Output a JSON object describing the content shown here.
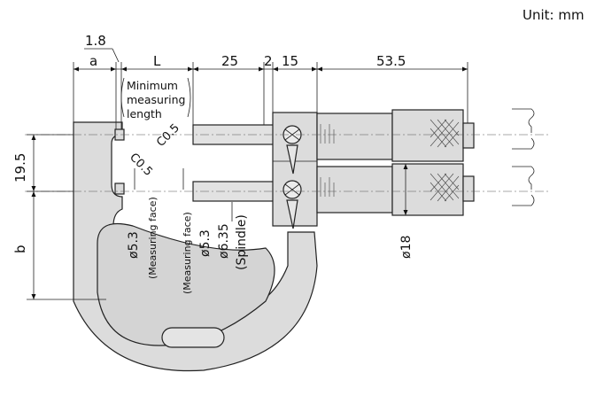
{
  "unit_label": "Unit: mm",
  "dimensions": {
    "d_1_8": "1.8",
    "d_a": "a",
    "d_L": "L",
    "d_25": "25",
    "d_2": "2",
    "d_15": "15",
    "d_53_5": "53.5",
    "d_19_5": "19.5",
    "d_b": "b",
    "d_phi18": "ø18"
  },
  "annotations": {
    "min_line1": "Minimum",
    "min_line2": "measuring",
    "min_line3": "length",
    "chamfer_left": "C0.5",
    "chamfer_right": "C0.5",
    "anvil_face_diameter": "ø5.3",
    "anvil_face_label": "(Measuring face)",
    "spindle_face_label": "(Measuring face)",
    "spindle_face_diameter": "ø5.3",
    "spindle_diameter": "ø6.35",
    "spindle_label": "(Spindle)"
  }
}
